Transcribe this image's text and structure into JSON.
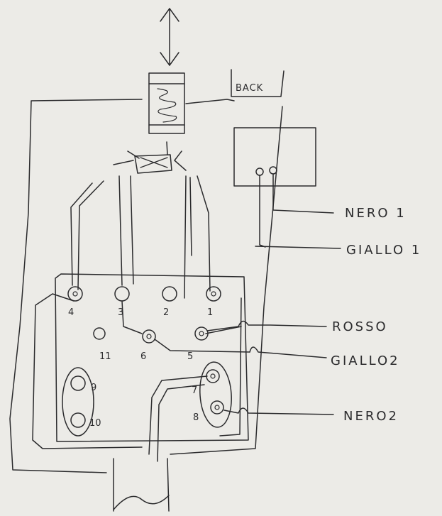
{
  "diagram": {
    "back_label": "BACK",
    "terminals": {
      "t1": "1",
      "t2": "2",
      "t3": "3",
      "t4": "4",
      "t5": "5",
      "t6": "6",
      "t7": "7",
      "t8": "8",
      "t9": "9",
      "t10": "10",
      "t11": "11"
    },
    "wire_labels": {
      "nero1": "NERO 1",
      "giallo1": "GIALLO 1",
      "rosso": "ROSSO",
      "giallo2": "GIALLO2",
      "nero2": "NERO2"
    }
  }
}
